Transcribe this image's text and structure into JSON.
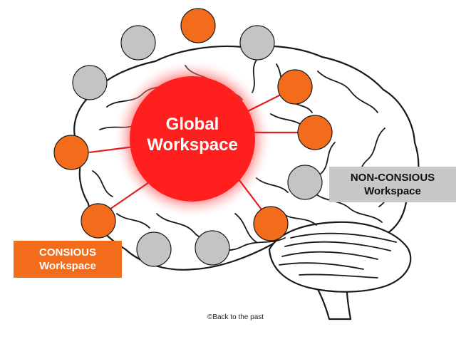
{
  "global_workspace": {
    "line1": "Global",
    "line2": "Workspace",
    "glow_color": "#ff1f1f"
  },
  "conscious": {
    "line1": "CONSIOUS",
    "line2": "Workspace",
    "color": "#f26c1b"
  },
  "nonconscious": {
    "line1": "NON-CONSIOUS",
    "line2": "Workspace",
    "color": "#c8c8c8"
  },
  "credit": "©Back to the past",
  "colors": {
    "conscious_node": "#f26c1b",
    "nonconscious_node": "#c4c4c4",
    "connector": "#e02020",
    "outline": "#1a1a1a"
  }
}
